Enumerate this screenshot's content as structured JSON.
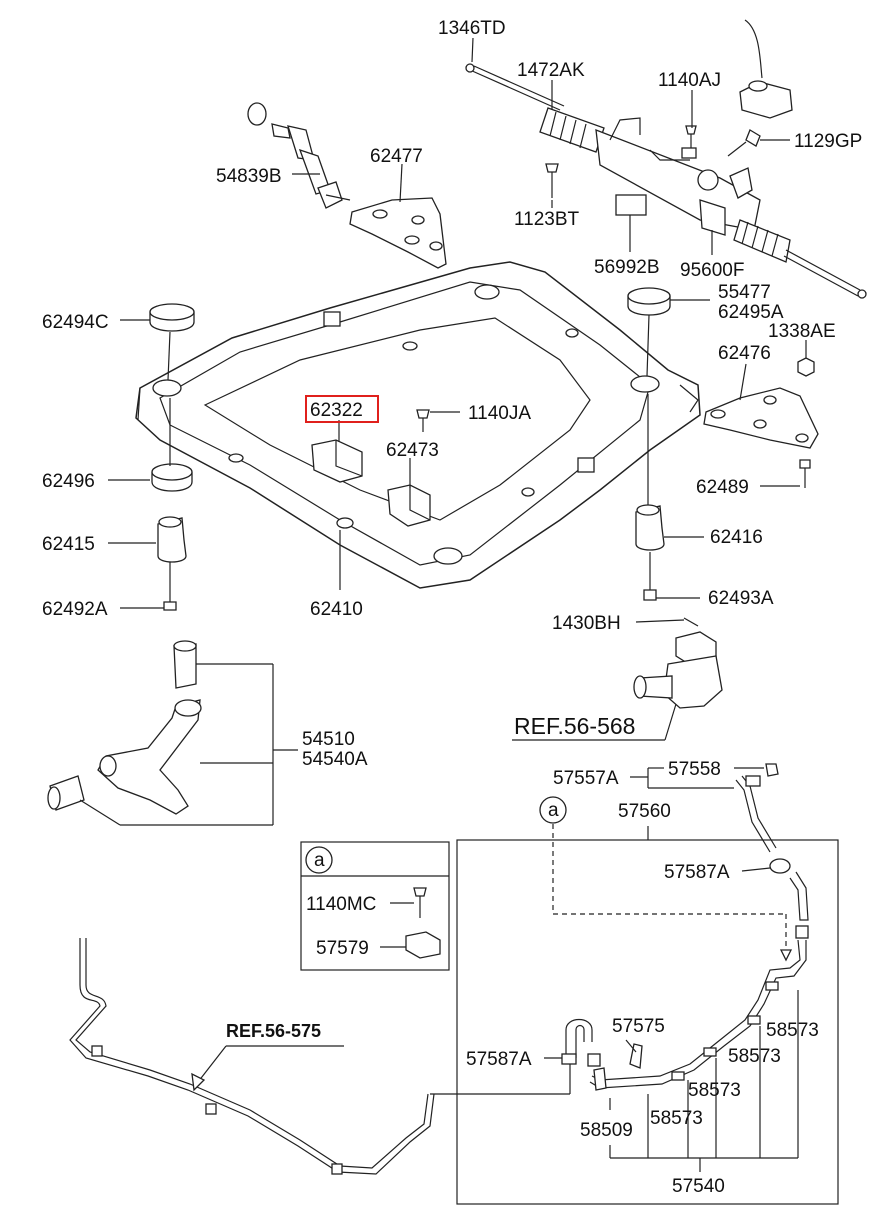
{
  "labels": {
    "l1346TD": "1346TD",
    "l1472AK": "1472AK",
    "l1140AJ": "1140AJ",
    "l1129GP": "1129GP",
    "l62477": "62477",
    "l54839B": "54839B",
    "l1123BT": "1123BT",
    "l56992B": "56992B",
    "l95600F": "95600F",
    "l62494C": "62494C",
    "l55477": "55477",
    "l62495A": "62495A",
    "l1338AE": "1338AE",
    "l62476": "62476",
    "l62322": "62322",
    "l1140JA": "1140JA",
    "l62473": "62473",
    "l62496": "62496",
    "l62489": "62489",
    "l62415": "62415",
    "l62416": "62416",
    "l62492A": "62492A",
    "l62410": "62410",
    "l62493A": "62493A",
    "l1430BH": "1430BH",
    "ref56568": "REF.56-568",
    "l54510": "54510",
    "l54540A": "54540A",
    "l57557A": "57557A",
    "l57558": "57558",
    "circleA1": "a",
    "l57560": "57560",
    "l57587A_top": "57587A",
    "circleA2": "a",
    "l1140MC": "1140MC",
    "l57579": "57579",
    "ref56575": "REF.56-575",
    "l57575": "57575",
    "l57587A_low": "57587A",
    "l58573_a": "58573",
    "l58573_b": "58573",
    "l58573_c": "58573",
    "l58573_d": "58573",
    "l58509": "58509",
    "l57540": "57540"
  },
  "colors": {
    "highlight": "#e0201c",
    "line": "#222222"
  }
}
